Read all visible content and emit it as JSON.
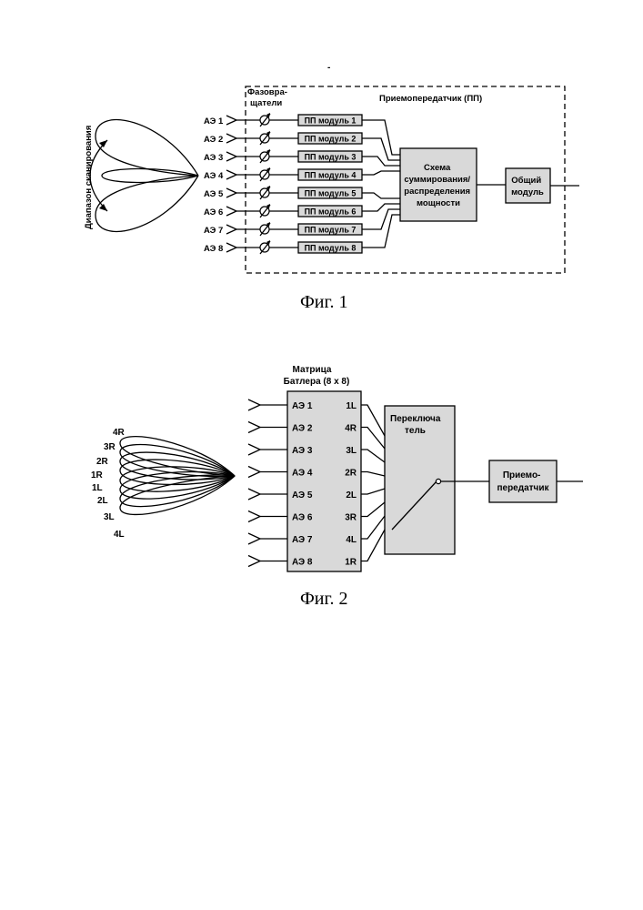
{
  "figure1": {
    "dash_mark": "-",
    "scan_range_label": "Диапазон сканирования",
    "phase_shifters_label_line1": "Фазовра-",
    "phase_shifters_label_line2": "щатели",
    "transceiver_label": "Приемопередатчик (ПП)",
    "antenna_elements": [
      "АЭ 1",
      "АЭ 2",
      "АЭ 3",
      "АЭ 4",
      "АЭ 5",
      "АЭ 6",
      "АЭ 7",
      "АЭ 8"
    ],
    "tr_modules": [
      "ПП модуль 1",
      "ПП модуль 2",
      "ПП модуль 3",
      "ПП модуль 4",
      "ПП модуль 5",
      "ПП модуль 6",
      "ПП модуль 7",
      "ПП модуль 8"
    ],
    "combiner_lines": [
      "Схема",
      "суммирования/",
      "распределения",
      "мощности"
    ],
    "common_module_lines": [
      "Общий",
      "модуль"
    ],
    "caption": "Фиг. 1"
  },
  "figure2": {
    "matrix_title_line1": "Матрица",
    "matrix_title_line2": "Батлера (8 x 8)",
    "antenna_elements": [
      "АЭ 1",
      "АЭ 2",
      "АЭ 3",
      "АЭ 4",
      "АЭ 5",
      "АЭ 6",
      "АЭ 7",
      "АЭ 8"
    ],
    "ports": [
      "1L",
      "4R",
      "3L",
      "2R",
      "2L",
      "3R",
      "4L",
      "1R"
    ],
    "beam_labels": [
      "4R",
      "3R",
      "2R",
      "1R",
      "1L",
      "2L",
      "3L",
      "4L"
    ],
    "switch_lines": [
      "Переключа",
      "тель"
    ],
    "transceiver_lines": [
      "Приемо-",
      "передатчик"
    ],
    "caption": "Фиг. 2"
  }
}
